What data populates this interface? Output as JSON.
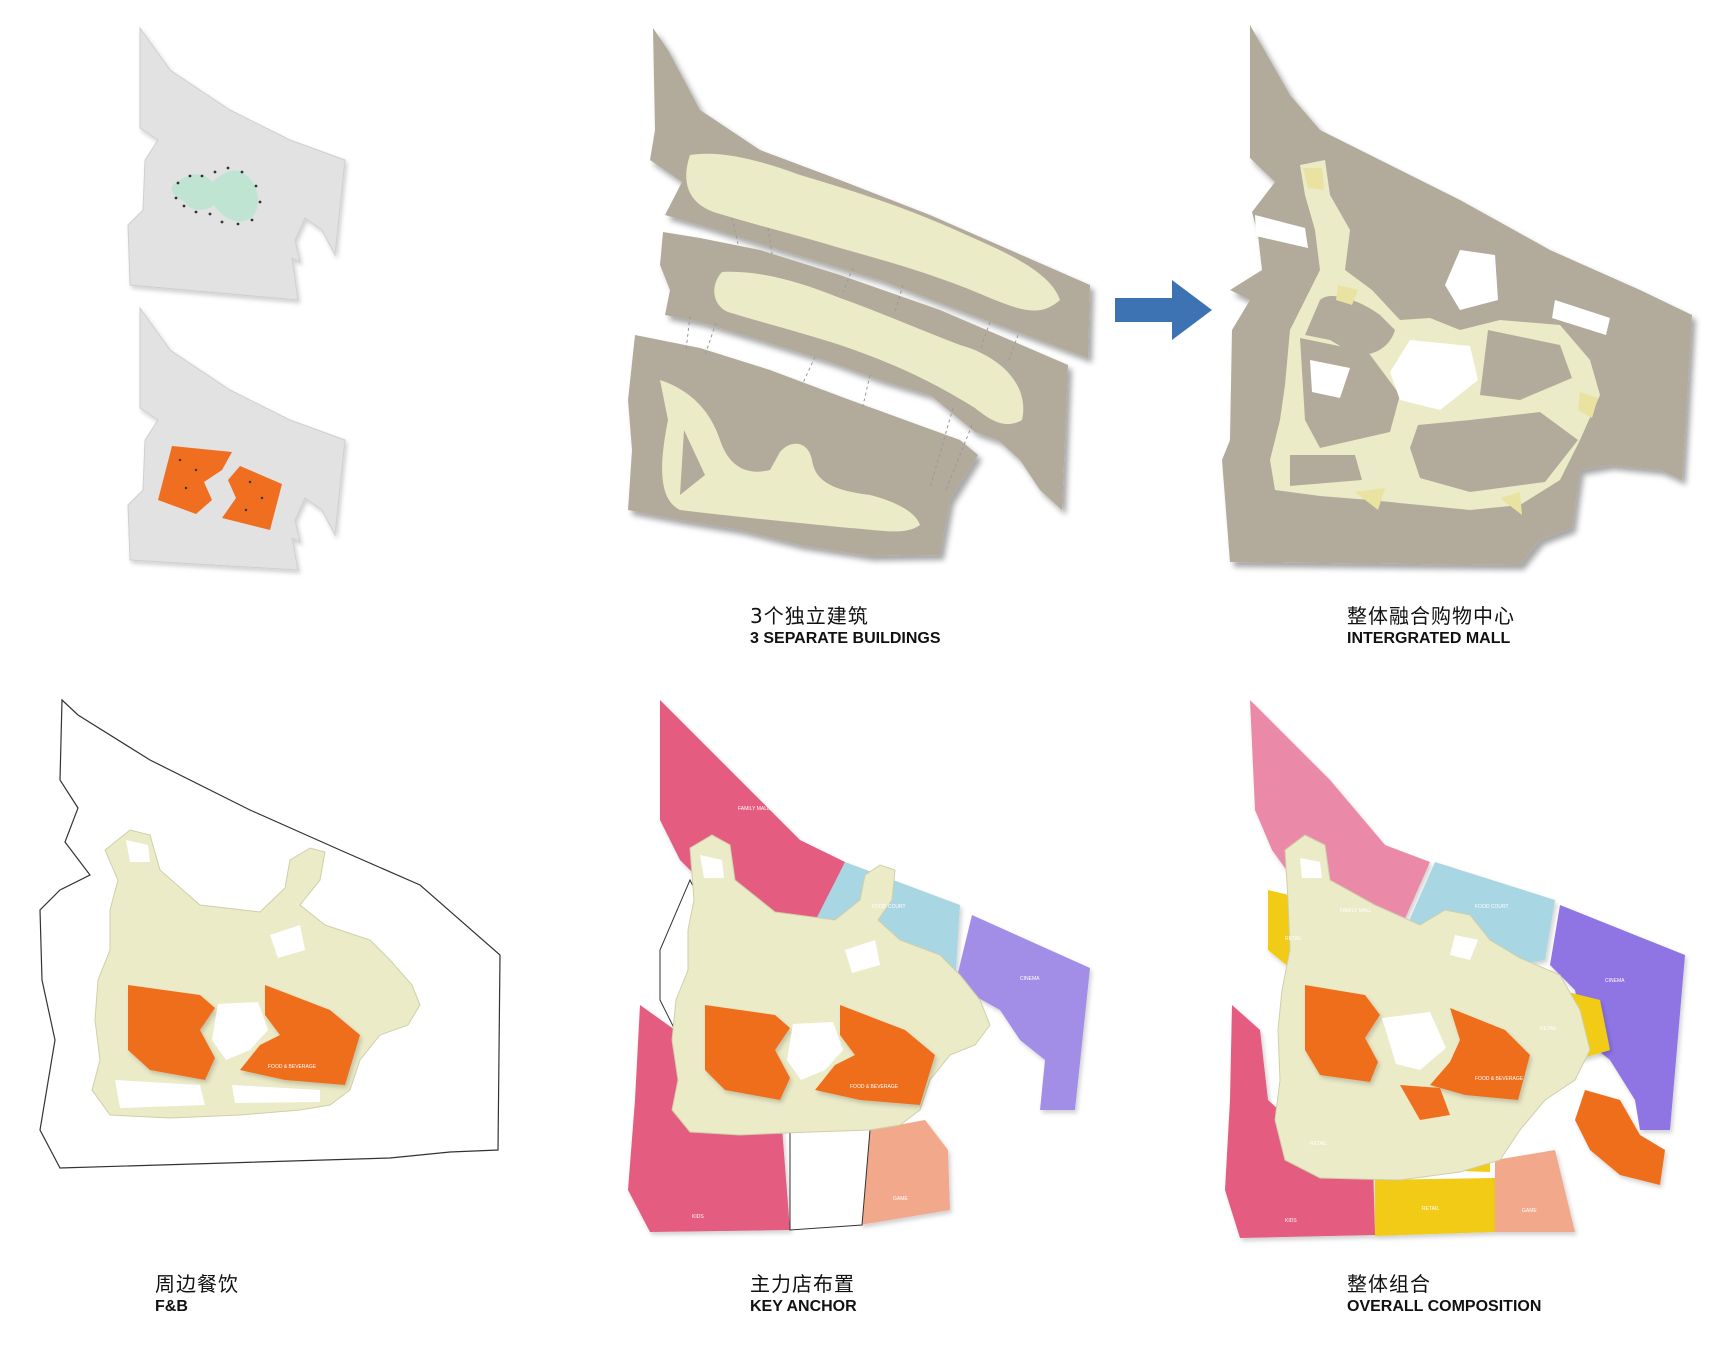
{
  "captions": {
    "separate": {
      "zh": "3个独立建筑",
      "en": "3 SEPARATE BUILDINGS"
    },
    "integrated": {
      "zh": "整体融合购物中心",
      "en": "INTERGRATED MALL"
    },
    "fnb": {
      "zh": "周边餐饮",
      "en": "F&B"
    },
    "anchor": {
      "zh": "主力店布置",
      "en": "KEY ANCHOR"
    },
    "overall": {
      "zh": "整体组合",
      "en": "OVERALL COMPOSITION"
    }
  },
  "zone_labels": {
    "family_mall": "FAMILY MALL",
    "food_court": "FOOD COURT",
    "cinema": "CINEMA",
    "food_beverage": "FOOD & BEVERAGE",
    "kids": "KIDS",
    "game": "GAME",
    "retail": "RETAIL"
  },
  "colors": {
    "site_grey": "#e2e2e2",
    "building_taupe": "#b2ab9b",
    "circulation": "#ecebc8",
    "food_beverage": "#ef6e1f",
    "family_mall": "#e45b80",
    "food_court": "#a9d6e3",
    "cinema": "#a28ee6",
    "game": "#f2a98b",
    "retail": "#f1cb18",
    "arrow": "#3d73b3",
    "landscape": "#bfe4d2"
  },
  "icons": {
    "arrow": "right-arrow-icon"
  }
}
